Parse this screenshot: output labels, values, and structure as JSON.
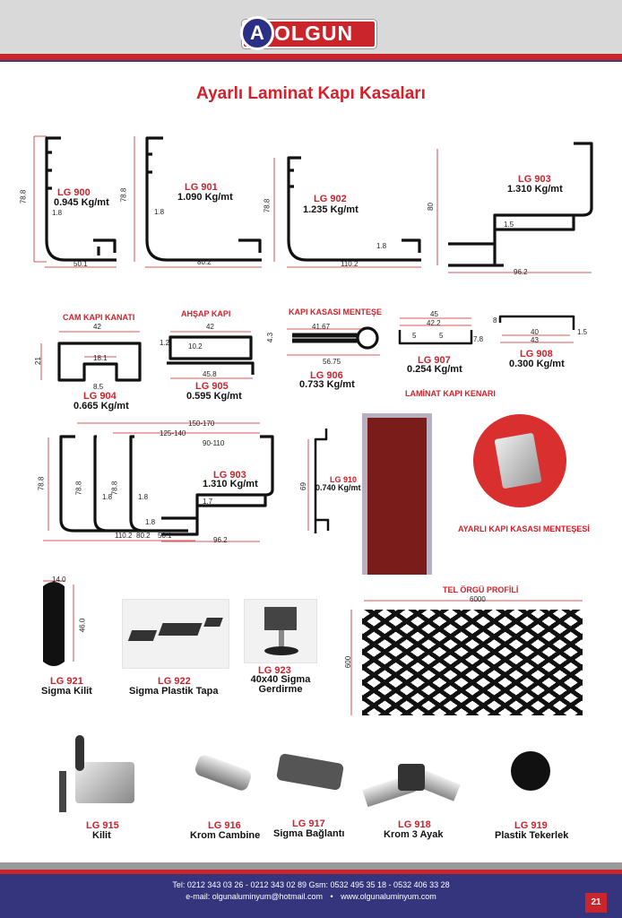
{
  "header": {
    "logo": "OLGUN",
    "logo_letter": "A"
  },
  "title": "Ayarlı Laminat Kapı Kasaları",
  "top_row": [
    {
      "code": "LG 900",
      "weight": "0.945 Kg/mt",
      "height": "78.8",
      "thick": "1.8",
      "width": "50.1"
    },
    {
      "code": "LG 901",
      "weight": "1.090 Kg/mt",
      "height": "78.8",
      "thick": "1.8",
      "width": "80.2"
    },
    {
      "code": "LG 902",
      "weight": "1.235 Kg/mt",
      "height": "78.8",
      "thick": "1.8",
      "width": "110.2"
    },
    {
      "code": "LG 903",
      "weight": "1.310 Kg/mt",
      "height": "80",
      "thick": "1.5",
      "width": "96.2"
    }
  ],
  "mid_row": {
    "cam": {
      "section": "CAM KAPI KANATI",
      "code": "LG 904",
      "weight": "0.665 Kg/mt",
      "w": "42",
      "h": "21",
      "inner": "18.1",
      "slot": "8.5"
    },
    "ahsap": {
      "section": "AHŞAP KAPI",
      "code": "LG 905",
      "weight": "0.595 Kg/mt",
      "w": "42",
      "t": "1.2",
      "inner": "10.2",
      "bottom": "45.8"
    },
    "mentese": {
      "section": "KAPI KASASI MENTEŞE",
      "code": "LG 906",
      "weight": "0.733 Kg/mt",
      "h": "4.3",
      "len1": "41.67",
      "len2": "56.75"
    },
    "lg907": {
      "code": "LG 907",
      "weight": "0.254 Kg/mt",
      "w1": "45",
      "w2": "42.2",
      "s1": "5",
      "s2": "5",
      "h": "7.8"
    },
    "lg908": {
      "code": "LG 908",
      "weight": "0.300 Kg/mt",
      "h": "8",
      "w1": "40",
      "w2": "43",
      "t": "1.5"
    },
    "laminat": "LAMİNAT KAPI KENARI"
  },
  "combo": {
    "code": "LG 903",
    "weight": "1.310 Kg/mt",
    "r1": "150-170",
    "r2": "125-140",
    "r3": "90-110",
    "h1": "78.8",
    "h2": "78.8",
    "h3": "78.8",
    "t1": "1.8",
    "t2": "1.8",
    "t3": "1.7",
    "t4": "1.8",
    "b1": "110.2",
    "b2": "80.2",
    "b3": "50.1",
    "b4": "96.2"
  },
  "lg910": {
    "code": "LG 910",
    "weight": "0.740 Kg/mt",
    "h": "69"
  },
  "hinge_label": "AYARLI KAPI KASASI MENTEŞESİ",
  "tel": {
    "section": "TEL ÖRGÜ PROFİLİ",
    "w": "6000",
    "h": "600"
  },
  "accessories": [
    {
      "code": "LG 921",
      "name": "Sigma Kilit",
      "w": "14.0",
      "h": "46.0"
    },
    {
      "code": "LG 922",
      "name": "Sigma Plastik Tapa"
    },
    {
      "code": "LG 923",
      "name": "40x40 Sigma Gerdirme"
    },
    {
      "code": "LG 915",
      "name": "Kilit"
    },
    {
      "code": "LG 916",
      "name": "Krom Cambine"
    },
    {
      "code": "LG 917",
      "name": "Sigma Bağlantı"
    },
    {
      "code": "LG 918",
      "name": "Krom 3 Ayak"
    },
    {
      "code": "LG 919",
      "name": "Plastik Tekerlek"
    }
  ],
  "footer": {
    "line1": "Tel: 0212 343 03 26 - 0212 343 02 89  Gsm: 0532 495 35 18 - 0532 406 33 28",
    "email": "e-mail: olgunaluminyum@hotmail.com",
    "sep": "•",
    "web": "www.olgunaluminyum.com",
    "page": "21"
  }
}
